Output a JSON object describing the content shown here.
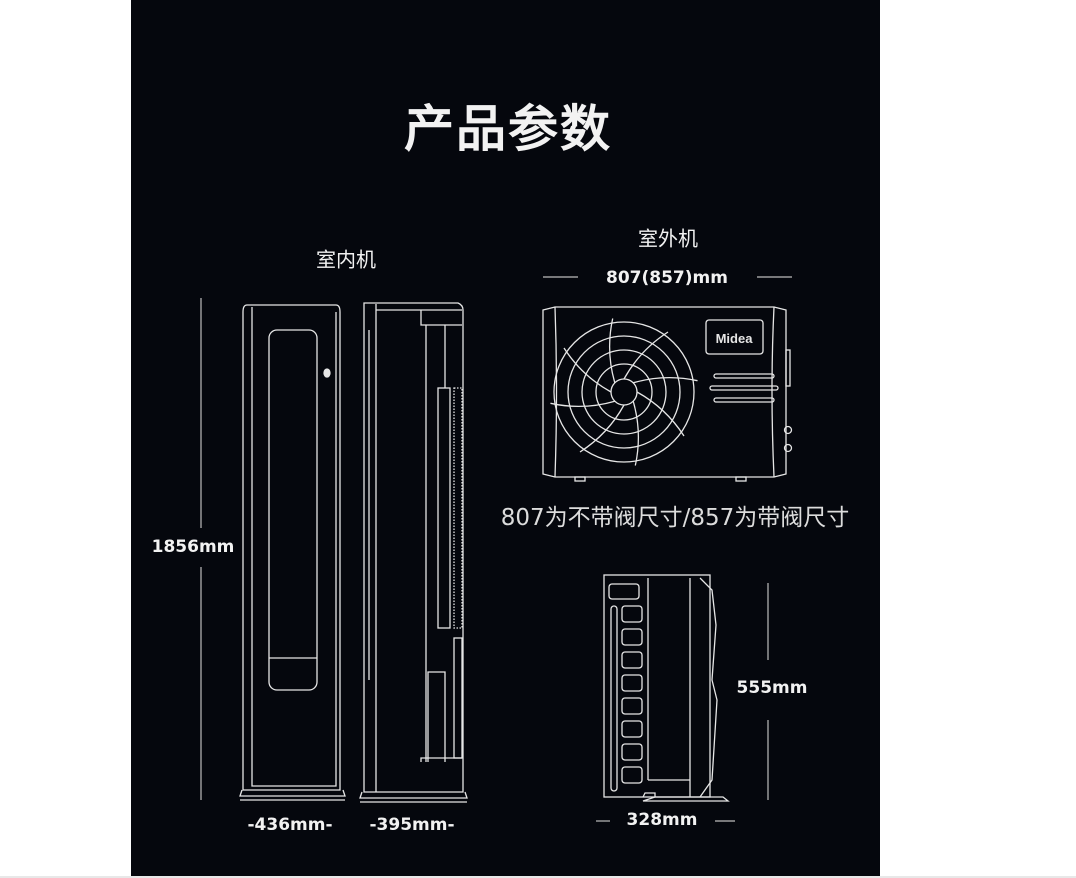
{
  "title": "产品参数",
  "indoor": {
    "label": "室内机",
    "height": "1856mm",
    "front_width": "-436mm-",
    "side_depth": "-395mm-"
  },
  "outdoor": {
    "label": "室外机",
    "width": "807(857)mm",
    "note": "807为不带阀尺寸/857为带阀尺寸",
    "height": "555mm",
    "depth": "328mm",
    "logo_text": "Midea"
  },
  "colors": {
    "background": "#05070d",
    "line": "#e6e6e6",
    "text": "#f2f2f2"
  }
}
